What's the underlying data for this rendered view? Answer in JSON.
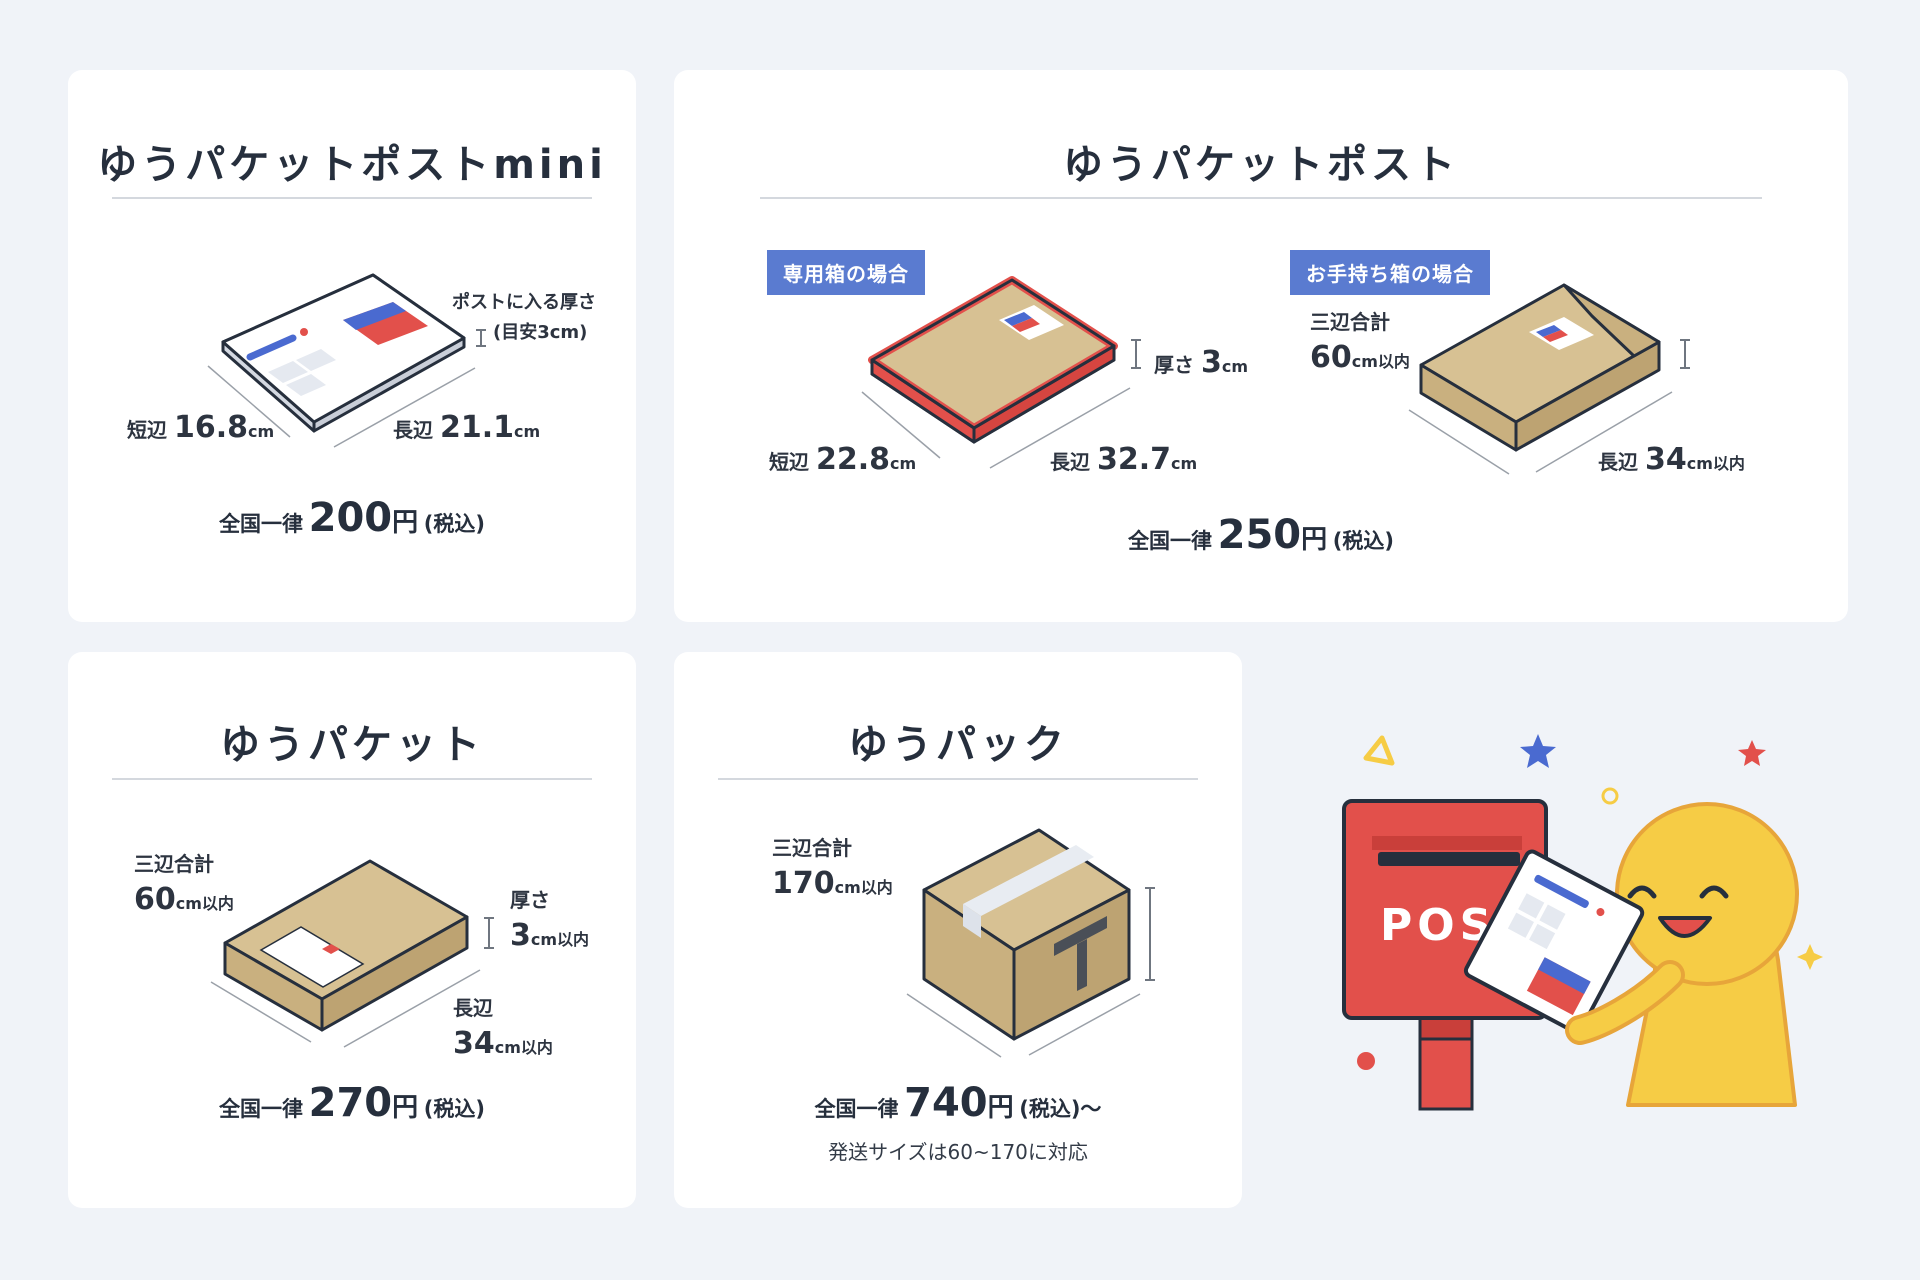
{
  "cards": {
    "mini": {
      "title": "ゆうパケットポストmini",
      "thickness_label": "ポストに入る厚さ",
      "thickness_value": "(目安3cm)",
      "short_label": "短辺",
      "short_value": "16.8",
      "short_unit": "cm",
      "long_label": "長辺",
      "long_value": "21.1",
      "long_unit": "cm",
      "price_prefix": "全国一律",
      "price": "200",
      "price_unit": "円",
      "tax": "(税込)"
    },
    "post": {
      "title": "ゆうパケットポスト",
      "badge_dedicated": "専用箱の場合",
      "badge_own": "お手持ち箱の場合",
      "thick_label": "厚さ",
      "thick_value": "3",
      "thick_unit": "cm",
      "short_label": "短辺",
      "short_value": "22.8",
      "short_unit": "cm",
      "long_label": "長辺",
      "long_value": "32.7",
      "long_unit": "cm",
      "sum_label": "三辺合計",
      "sum_value": "60",
      "sum_unit": "cm以内",
      "own_long_label": "長辺",
      "own_long_value": "34",
      "own_long_unit": "cm以内",
      "price_prefix": "全国一律",
      "price": "250",
      "price_unit": "円",
      "tax": "(税込)"
    },
    "packet": {
      "title": "ゆうパケット",
      "sum_label": "三辺合計",
      "sum_value": "60",
      "sum_unit": "cm以内",
      "thick_label": "厚さ",
      "thick_value": "3",
      "thick_unit": "cm以内",
      "long_label": "長辺",
      "long_value": "34",
      "long_unit": "cm以内",
      "price_prefix": "全国一律",
      "price": "270",
      "price_unit": "円",
      "tax": "(税込)"
    },
    "pack": {
      "title": "ゆうパック",
      "sum_label": "三辺合計",
      "sum_value": "170",
      "sum_unit": "cm以内",
      "price_prefix": "全国一律",
      "price": "740",
      "price_unit": "円",
      "tax": "(税込)〜",
      "note": "発送サイズは60~170に対応"
    }
  },
  "illustration": {
    "post_text": "POST"
  },
  "colors": {
    "background": "#f0f3f8",
    "card": "#ffffff",
    "badge": "#5a7bd0",
    "red": "#e2504b",
    "blue": "#4a6ad0",
    "cardboard": "#d7c193",
    "character": "#f6cc45",
    "ink": "#262f3d"
  }
}
